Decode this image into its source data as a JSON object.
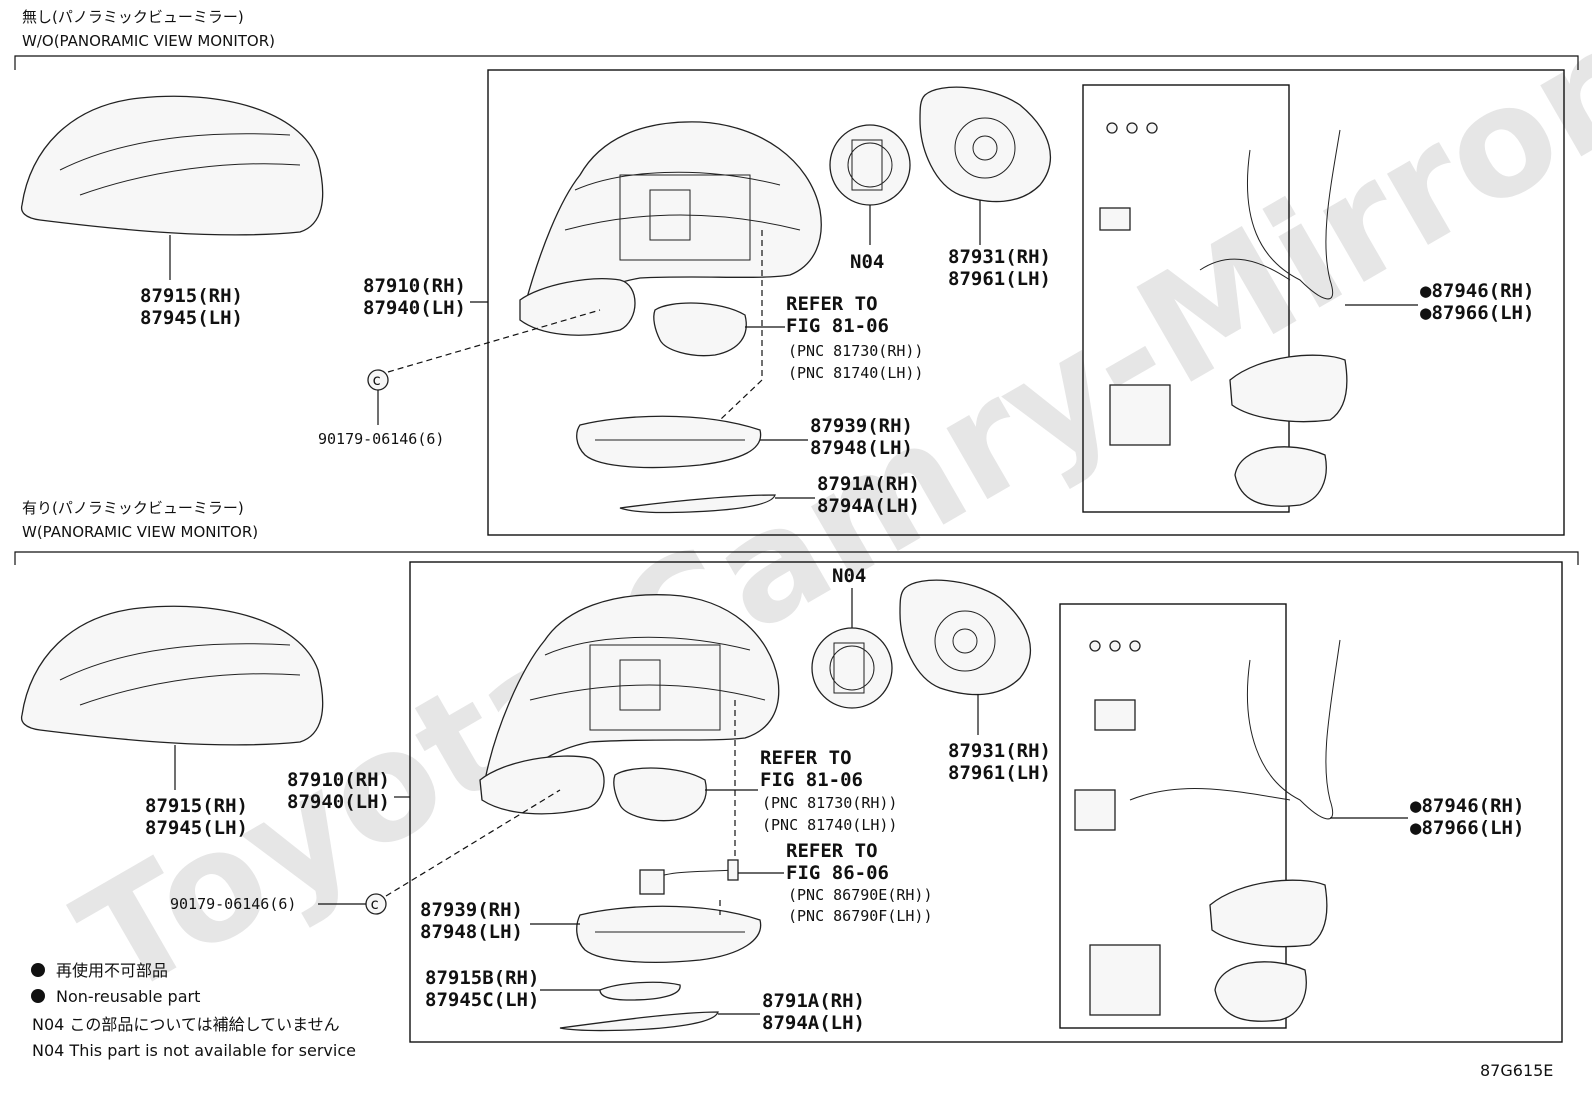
{
  "watermark": "Toyota-Camry-Mirror.ru",
  "diagram_code": "87G615E",
  "section_top": {
    "header_jp": "無し(パノラミックビューミラー)",
    "header_en": "W/O(PANORAMIC VIEW MONITOR)",
    "cover_rh": "87915(RH)",
    "cover_lh": "87945(LH)",
    "assy_rh": "87910(RH)",
    "assy_lh": "87940(LH)",
    "screw": "90179-06146(6)",
    "motor_code": "N04",
    "mirror_rh": "87931(RH)",
    "mirror_lh": "87961(LH)",
    "refer_to": "REFER TO",
    "refer_fig": "FIG 81-06",
    "refer_pnc1": "(PNC 81730(RH))",
    "refer_pnc2": "(PNC 81740(LH))",
    "lamp_rh": "87939(RH)",
    "lamp_lh": "87948(LH)",
    "garnish_rh": "8791A(RH)",
    "garnish_lh": "8794A(LH)",
    "kit_rh": "●87946(RH)",
    "kit_lh": "●87966(LH)"
  },
  "section_bottom": {
    "header_jp": "有り(パノラミックビューミラー)",
    "header_en": "W(PANORAMIC VIEW MONITOR)",
    "cover_rh": "87915(RH)",
    "cover_lh": "87945(LH)",
    "assy_rh": "87910(RH)",
    "assy_lh": "87940(LH)",
    "screw": "90179-06146(6)",
    "motor_code": "N04",
    "mirror_rh": "87931(RH)",
    "mirror_lh": "87961(LH)",
    "refer_to": "REFER TO",
    "refer_fig": "FIG 81-06",
    "refer_pnc1": "(PNC 81730(RH))",
    "refer_pnc2": "(PNC 81740(LH))",
    "refer2_to": "REFER TO",
    "refer2_fig": "FIG 86-06",
    "refer2_pnc1": "(PNC 86790E(RH))",
    "refer2_pnc2": "(PNC 86790F(LH))",
    "lamp_rh": "87939(RH)",
    "lamp_lh": "87948(LH)",
    "camera_rh": "87915B(RH)",
    "camera_lh": "87945C(LH)",
    "garnish_rh": "8791A(RH)",
    "garnish_lh": "8794A(LH)",
    "kit_rh": "●87946(RH)",
    "kit_lh": "●87966(LH)"
  },
  "legend": {
    "nonreuse_jp": "再使用不可部品",
    "nonreuse_en": "Non-reusable part",
    "n04_jp": "N04 この部品については補給していません",
    "n04_en": "N04 This part is not available for service"
  }
}
